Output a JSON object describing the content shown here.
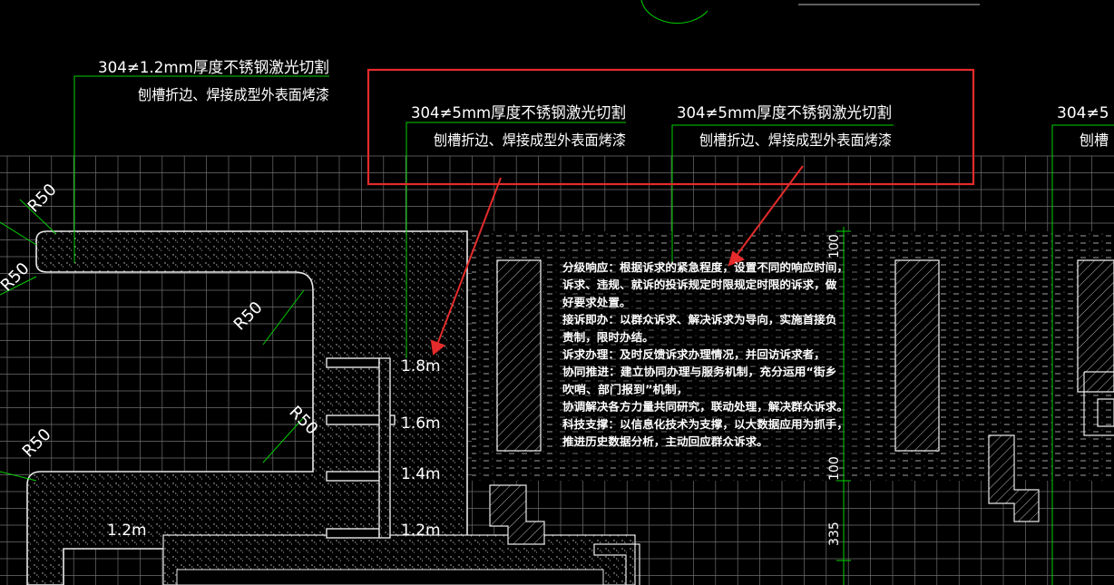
{
  "annotations": {
    "left": {
      "line1": "304≠1.2mm厚度不锈钢激光切割",
      "line2": "刨槽折边、焊接成型外表面烤漆"
    },
    "mid": {
      "line1": "304≠5mm厚度不锈钢激光切割",
      "line2": "刨槽折边、焊接成型外表面烤漆"
    },
    "right": {
      "line1": "304≠5mm厚度不锈钢激光切割",
      "line2": "刨槽折边、焊接成型外表面烤漆"
    },
    "far_right": {
      "line1": "304≠5",
      "line2": "刨槽"
    }
  },
  "radius_labels": {
    "r1": "R50",
    "r2": "R50",
    "r3": "R50",
    "r4": "R50",
    "r5": "R50"
  },
  "dimension_labels": {
    "d1": "1.8m",
    "d2": "1.6m",
    "d3": "1.4m",
    "d4": "1.2m",
    "d5": "1.2m",
    "v1": "100",
    "v2": "100",
    "v3": "335"
  },
  "panel_text": [
    "分级响应：根据诉求的紧急程度，设置不同的响应时间，",
    "诉求、违规、就诉的投诉规定时限规定时限的诉求，做",
    "好要求处置。",
    "接诉即办：以群众诉求、解决诉求为导向，实施首接负",
    "责制，限时办结。",
    "诉求办理：及时反馈诉求办理情况，并回访诉求者，",
    "协同推进：建立协同办理与服务机制，充分运用“街乡",
    "吹哨、部门报到”机制，",
    "协调解决各方力量共同研究，联动处理，解决群众诉求。",
    "科技支撑：以信息化技术为支撑，以大数据应用为抓手，",
    "推进历史数据分析，主动回应群众诉求。"
  ],
  "colors": {
    "background": "#000000",
    "grid": "#6f6f6f",
    "leader": "#00d000",
    "highlight": "#e52b2b",
    "text": "#ffffff"
  }
}
